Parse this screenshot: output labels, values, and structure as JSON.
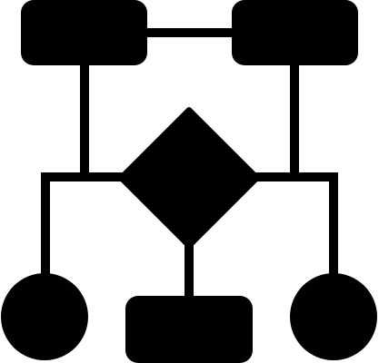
{
  "colors": {
    "foreground": "#000000",
    "background": "#ffffff"
  },
  "icon": {
    "semantic_name": "flowchart-icon"
  },
  "diagram": {
    "nodes": [
      {
        "id": "top-left-process",
        "shape": "rounded-rectangle"
      },
      {
        "id": "top-right-process",
        "shape": "rounded-rectangle"
      },
      {
        "id": "center-decision",
        "shape": "diamond"
      },
      {
        "id": "bottom-left-terminal",
        "shape": "circle"
      },
      {
        "id": "bottom-center-process",
        "shape": "rounded-rectangle"
      },
      {
        "id": "bottom-right-terminal",
        "shape": "circle"
      }
    ],
    "edges": [
      {
        "from": "top-left-process",
        "to": "top-right-process"
      },
      {
        "from": "top-left-process",
        "to": "center-decision"
      },
      {
        "from": "top-right-process",
        "to": "center-decision"
      },
      {
        "from": "center-decision",
        "to": "bottom-left-terminal"
      },
      {
        "from": "center-decision",
        "to": "bottom-center-process"
      },
      {
        "from": "center-decision",
        "to": "bottom-right-terminal"
      }
    ]
  }
}
